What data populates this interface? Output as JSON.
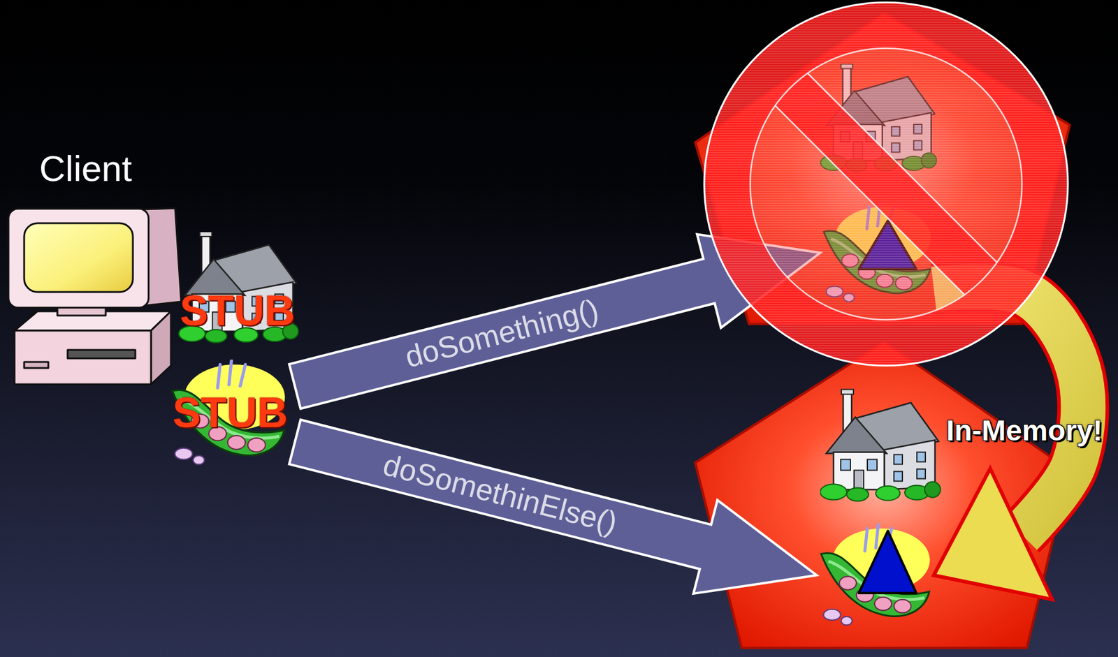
{
  "diagram": {
    "nodes": [
      {
        "text": [
          "Client"
        ]
      },
      {
        "text": [
          "STUB"
        ]
      },
      {
        "text": [
          "STUB"
        ]
      },
      {
        "text": []
      },
      {
        "text": []
      }
    ],
    "edges": [
      {
        "from": 2,
        "to": 3,
        "arrow": "to",
        "label": "doSomething()"
      },
      {
        "from": 2,
        "to": 4,
        "arrow": "to",
        "label": "doSomethinElse()"
      },
      {
        "from": 3,
        "to": 4,
        "arrow": "to",
        "label": "In-Memory!"
      }
    ]
  }
}
